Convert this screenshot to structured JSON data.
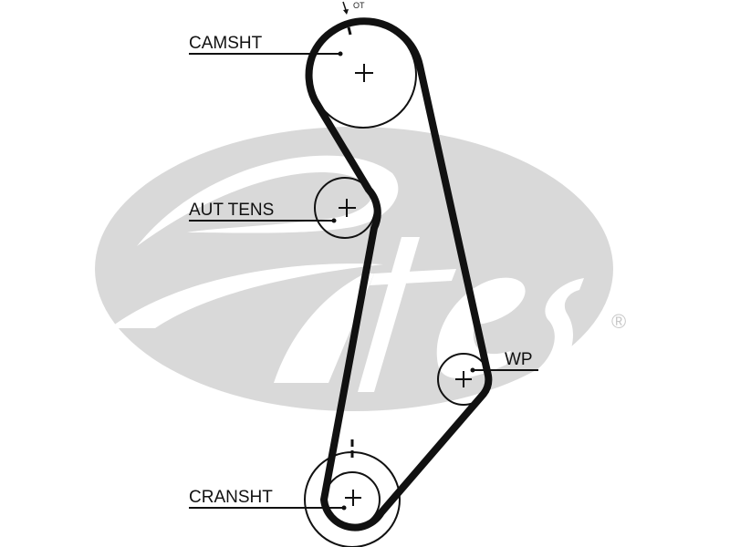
{
  "diagram": {
    "title": "Timing belt routing diagram",
    "brand": {
      "name": "Gates",
      "registered_mark": "®",
      "logo_color": "#d9d9d9"
    },
    "belt_color": "#111111",
    "top_marker": "OT",
    "components": [
      {
        "id": "camshaft",
        "label": "CAMSHT"
      },
      {
        "id": "tensioner",
        "label": "AUT TENS"
      },
      {
        "id": "water-pump",
        "label": "WP"
      },
      {
        "id": "crankshaft",
        "label": "CRANSHT"
      }
    ]
  }
}
